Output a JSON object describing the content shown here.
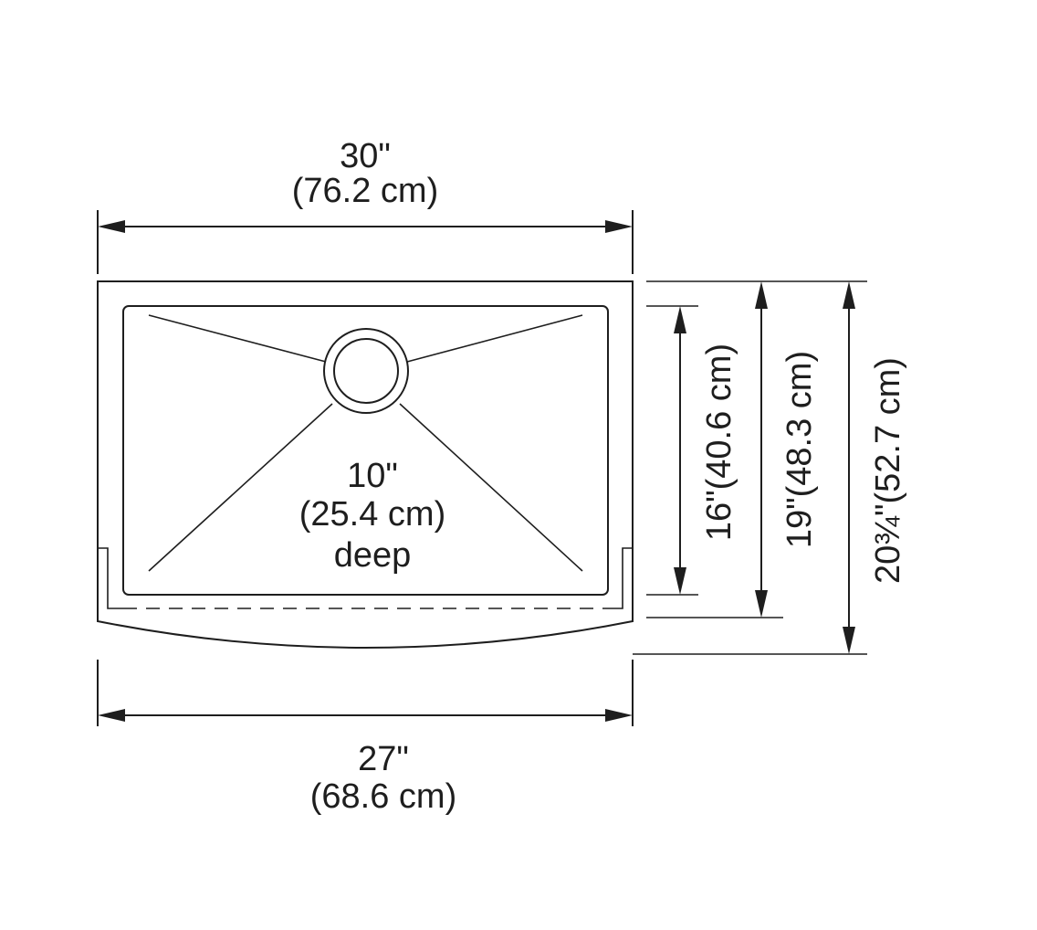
{
  "dimensions": {
    "top_width": {
      "inches": "30\"",
      "metric": "(76.2 cm)"
    },
    "bottom_width": {
      "inches": "27\"",
      "metric": "(68.6 cm)"
    },
    "depth": {
      "inches": "10\"",
      "metric": "(25.4 cm)",
      "word": "deep"
    },
    "bowl_front_to_back": {
      "label": "16\"(40.6 cm)"
    },
    "sink_front_to_back": {
      "label": "19\"(48.3 cm)"
    },
    "overall_front_to_back": {
      "label": "20¾\"(52.7 cm)"
    }
  },
  "colors": {
    "line": "#1e1e1e",
    "background": "#ffffff"
  }
}
